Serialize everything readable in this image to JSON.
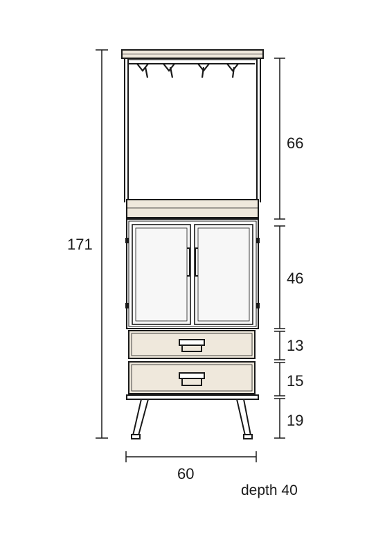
{
  "dimensions": {
    "total_height": "171",
    "top_section": "66",
    "cabinet_section": "46",
    "drawer_top": "13",
    "drawer_bottom": "15",
    "legs": "19",
    "width": "60",
    "depth": "depth 40"
  },
  "colors": {
    "line": "#1a1a1a",
    "wood_fill": "#efe8dc",
    "glass_fill": "#f7f7f7",
    "background": "#ffffff"
  }
}
